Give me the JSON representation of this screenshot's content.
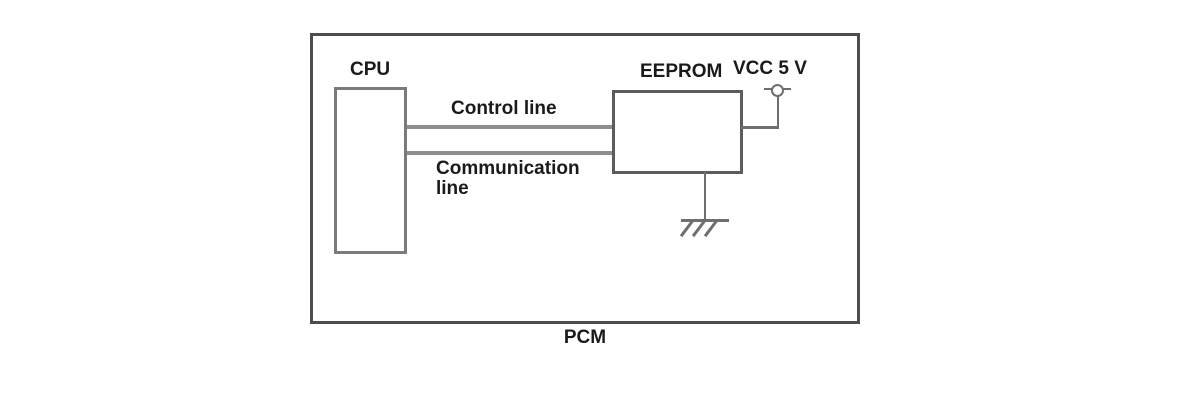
{
  "colors": {
    "background": "#ffffff",
    "text": "#1a1a1a",
    "outer_box_border": "#4d4d4d",
    "cpu_box_border": "#7b7b7b",
    "eeprom_box_border": "#5c5c5c",
    "signal_line": "#8e8e8e",
    "wire": "#6e6e6e"
  },
  "diagram": {
    "title": "PCM",
    "cpu": {
      "label": "CPU"
    },
    "eeprom": {
      "label": "EEPROM"
    },
    "control_line": {
      "label": "Control line"
    },
    "communication_line": {
      "label": "Communication line"
    },
    "power": {
      "label": "VCC 5 V",
      "icon": "vcc-terminal-icon"
    },
    "ground": {
      "icon": "ground-icon"
    }
  }
}
